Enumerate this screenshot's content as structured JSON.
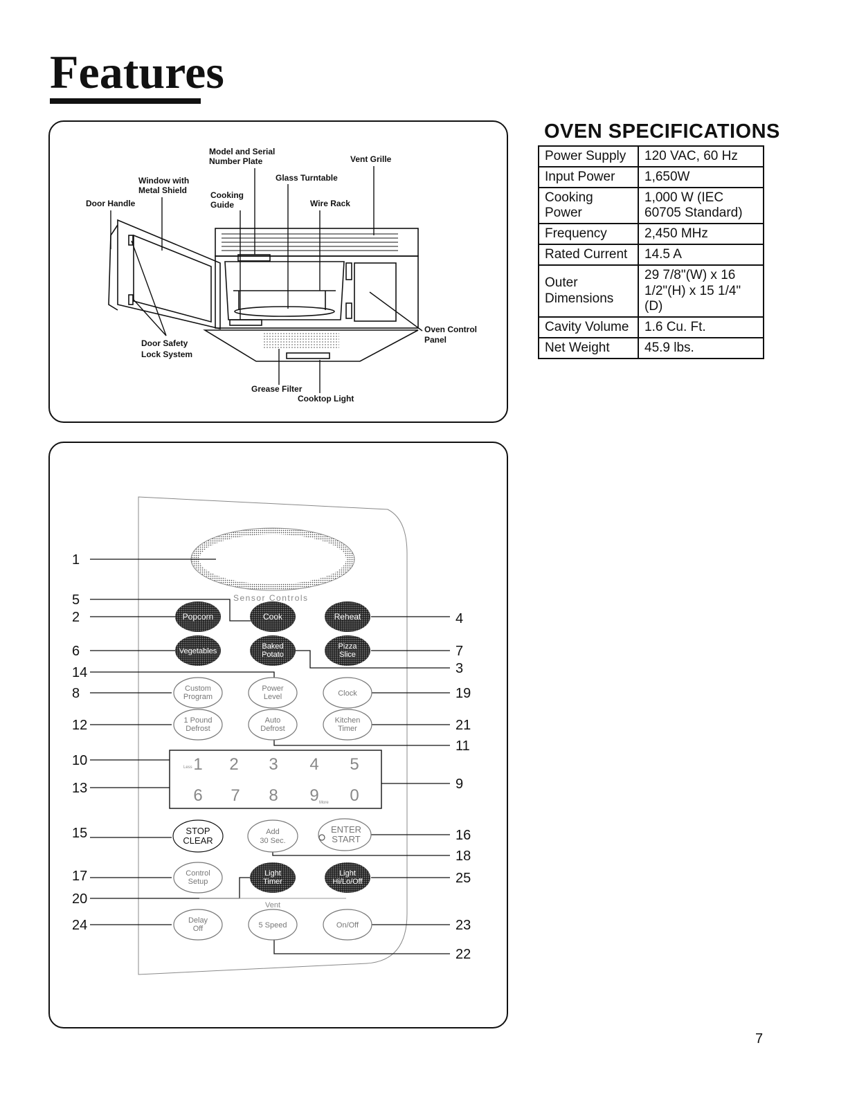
{
  "page": {
    "title": "Features",
    "page_number": "7"
  },
  "oven_diagram": {
    "labels": {
      "model_serial": [
        "Model and Serial",
        "Number Plate"
      ],
      "vent_grille": "Vent Grille",
      "glass_turntable": "Glass Turntable",
      "window": [
        "Window with",
        "Metal Shield"
      ],
      "cooking_guide": [
        "Cooking",
        "Guide"
      ],
      "door_handle": "Door Handle",
      "wire_rack": "Wire Rack",
      "oven_control_panel": [
        "Oven Control",
        "Panel"
      ],
      "door_safety": [
        "Door Safety",
        "Lock System"
      ],
      "grease_filter": "Grease Filter",
      "cooktop_light": "Cooktop Light"
    }
  },
  "specifications": {
    "title": "OVEN SPECIFICATIONS",
    "rows": [
      {
        "label": "Power Supply",
        "value": "120 VAC, 60 Hz"
      },
      {
        "label": "Input Power",
        "value": "1,650W"
      },
      {
        "label": "Cooking Power",
        "value": "1,000 W (IEC 60705 Standard)"
      },
      {
        "label": "Frequency",
        "value": "2,450 MHz"
      },
      {
        "label": "Rated Current",
        "value": "14.5 A"
      },
      {
        "label": "Outer Dimensions",
        "value": "29 7/8\"(W) x 16 1/2\"(H) x 15 1/4\"(D)"
      },
      {
        "label": "Cavity Volume",
        "value": "1.6 Cu. Ft."
      },
      {
        "label": "Net Weight",
        "value": "45.9 lbs."
      }
    ]
  },
  "control_panel": {
    "section_label": "Sensor Controls",
    "vent_label": "Vent",
    "keypad": {
      "digits": [
        "1",
        "2",
        "3",
        "4",
        "5",
        "6",
        "7",
        "8",
        "9",
        "0"
      ],
      "less_label": "Less",
      "more_label": "More"
    },
    "buttons": {
      "popcorn": [
        "Popcorn"
      ],
      "cook": [
        "Cook"
      ],
      "reheat": [
        "Reheat"
      ],
      "vegetables": [
        "Vegetables"
      ],
      "baked_potato": [
        "Baked",
        "Potato"
      ],
      "pizza_slice": [
        "Pizza",
        "Slice"
      ],
      "custom_program": [
        "Custom",
        "Program"
      ],
      "power_level": [
        "Power",
        "Level"
      ],
      "clock": [
        "Clock"
      ],
      "pound_defrost": [
        "1 Pound",
        "Defrost"
      ],
      "auto_defrost": [
        "Auto",
        "Defrost"
      ],
      "kitchen_timer": [
        "Kitchen",
        "Timer"
      ],
      "stop_clear": [
        "STOP",
        "CLEAR"
      ],
      "add_30_sec": [
        "Add",
        "30 Sec."
      ],
      "enter_start": [
        "ENTER",
        "START"
      ],
      "control_setup": [
        "Control",
        "Setup"
      ],
      "light_timer": [
        "Light",
        "Timer"
      ],
      "light_hi_lo_off": [
        "Light",
        "Hi/Lo/Off"
      ],
      "delay_off": [
        "Delay",
        "Off"
      ],
      "five_speed": [
        "5 Speed"
      ],
      "on_off": [
        "On/Off"
      ]
    },
    "callouts": {
      "left": [
        "1",
        "5",
        "2",
        "6",
        "14",
        "8",
        "12",
        "10",
        "13",
        "15",
        "17",
        "20",
        "24"
      ],
      "right": [
        "4",
        "7",
        "3",
        "19",
        "21",
        "11",
        "9",
        "16",
        "18",
        "25",
        "23",
        "22"
      ]
    }
  }
}
